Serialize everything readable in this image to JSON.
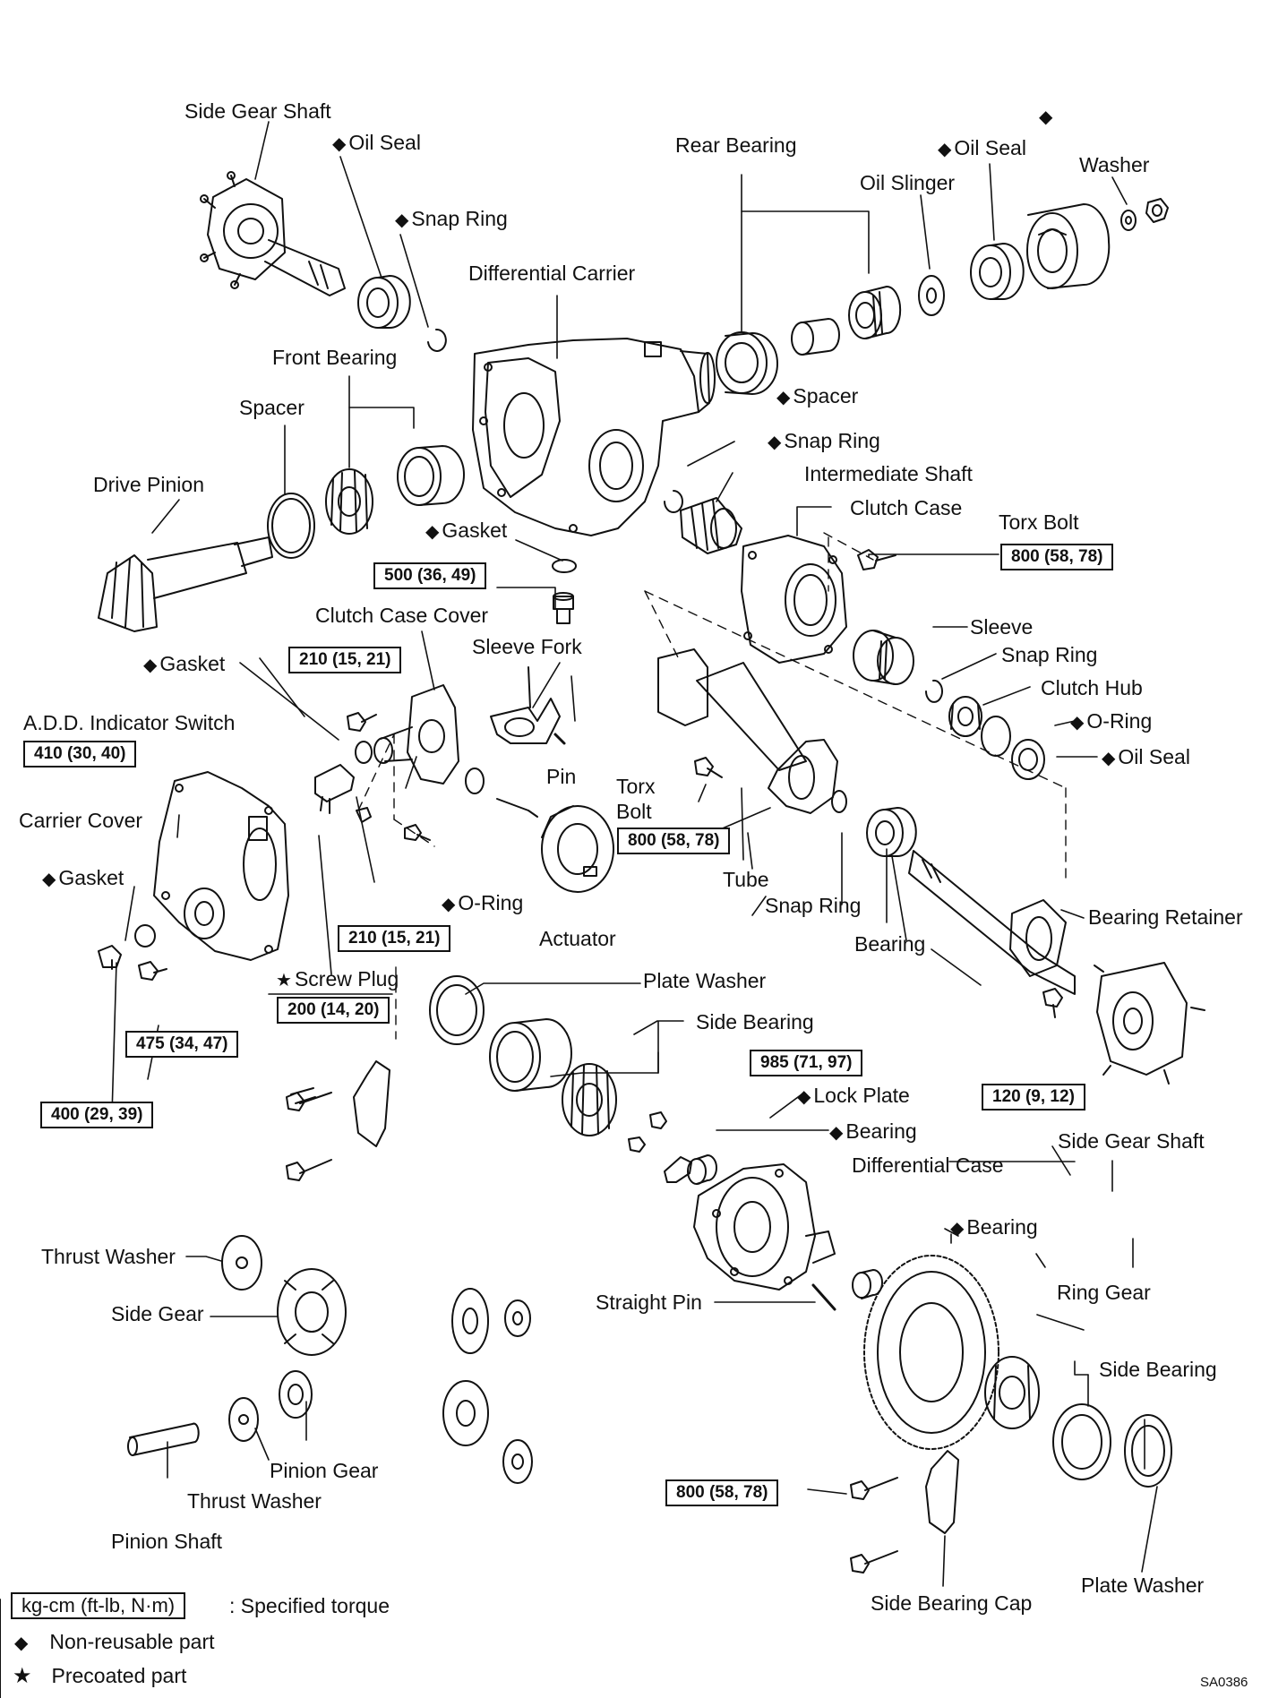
{
  "figure_code": "SA0386",
  "symbols": {
    "non_reusable": "◆",
    "precoated": "★"
  },
  "labels": {
    "side_gear_shaft_top": "Side Gear Shaft",
    "oil_seal_left": "Oil Seal",
    "snap_ring_top": "Snap Ring",
    "rear_bearing": "Rear Bearing",
    "oil_seal_right": "Oil Seal",
    "washer": "Washer",
    "oil_slinger": "Oil Slinger",
    "differential_carrier": "Differential Carrier",
    "front_bearing": "Front Bearing",
    "spacer_left": "Spacer",
    "spacer_mid": "Spacer",
    "drive_pinion": "Drive Pinion",
    "snap_ring_mid": "Snap Ring",
    "intermediate_shaft": "Intermediate Shaft",
    "clutch_case": "Clutch Case",
    "gasket_top": "Gasket",
    "torx_bolt_right": "Torx Bolt",
    "clutch_case_cover": "Clutch Case Cover",
    "sleeve": "Sleeve",
    "gasket_left": "Gasket",
    "sleeve_fork": "Sleeve Fork",
    "snap_ring_right": "Snap Ring",
    "clutch_hub": "Clutch Hub",
    "add_indicator_switch": "A.D.D. Indicator Switch",
    "o_ring_right": "O-Ring",
    "oil_seal_lower": "Oil Seal",
    "pin": "Pin",
    "torx_bolt_mid_1": "Torx",
    "torx_bolt_mid_2": "Bolt",
    "carrier_cover": "Carrier Cover",
    "tube": "Tube",
    "gasket_lower": "Gasket",
    "o_ring_mid": "O-Ring",
    "snap_ring_lower": "Snap Ring",
    "bearing_retainer": "Bearing Retainer",
    "actuator": "Actuator",
    "bearing_mid": "Bearing",
    "screw_plug": "Screw Plug",
    "plate_washer_top": "Plate Washer",
    "side_bearing_top": "Side Bearing",
    "lock_plate": "Lock Plate",
    "bearing_case": "Bearing",
    "differential_case": "Differential Case",
    "side_gear_shaft_bottom": "Side Gear Shaft",
    "bearing_lower": "Bearing",
    "thrust_washer_top": "Thrust Washer",
    "side_gear": "Side Gear",
    "straight_pin": "Straight Pin",
    "ring_gear": "Ring Gear",
    "side_bearing_bottom": "Side Bearing",
    "pinion_gear": "Pinion Gear",
    "thrust_washer_bottom": "Thrust Washer",
    "pinion_shaft": "Pinion Shaft",
    "side_bearing_cap": "Side Bearing Cap",
    "plate_washer_bottom": "Plate Washer"
  },
  "torques": {
    "t500": "500 (36, 49)",
    "t800_right": "800 (58, 78)",
    "t210_top": "210 (15, 21)",
    "t410": "410 (30, 40)",
    "t800_mid": "800 (58, 78)",
    "t210_bottom": "210 (15, 21)",
    "t200": "200 (14, 20)",
    "t475": "475 (34, 47)",
    "t985": "985 (71, 97)",
    "t120": "120 (9, 12)",
    "t400": "400 (29, 39)",
    "t800_bottom": "800 (58, 78)"
  },
  "legend": {
    "unit_box": "kg-cm (ft-lb, N·m)",
    "unit_text": ":  Specified torque",
    "non_reusable": "Non-reusable part",
    "precoated": "Precoated part"
  }
}
